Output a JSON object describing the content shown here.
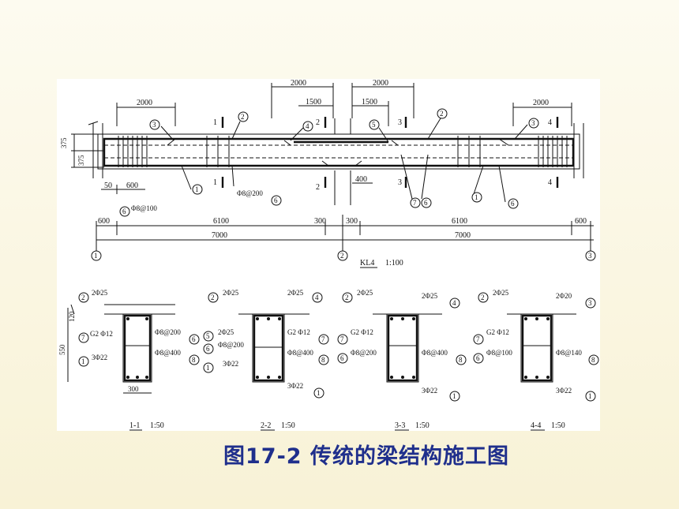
{
  "caption": "图17-2  传统的梁结构施工图",
  "beam": {
    "name": "KL4",
    "scale": "1:100",
    "dims_top": [
      "2000",
      "2000",
      "2000",
      "1500",
      "1500",
      "2000"
    ],
    "dims_left": [
      "375",
      "375"
    ],
    "dims_mid": [
      "50",
      "600",
      "400"
    ],
    "spans": [
      "600",
      "6100",
      "300",
      "300",
      "6100",
      "600"
    ],
    "totals": [
      "7000",
      "7000"
    ],
    "axes": [
      "1",
      "2",
      "3"
    ],
    "section_marks": [
      "1",
      "2",
      "3",
      "4"
    ],
    "stirrups": [
      "Φ8@100",
      "Φ8@200"
    ],
    "bars": [
      "1",
      "2",
      "3",
      "4",
      "5",
      "6",
      "7"
    ]
  },
  "sections": [
    {
      "id": "1-1",
      "scale": "1:50",
      "top": "2Φ25",
      "side": "G2 Φ12",
      "bottom": "3Φ22",
      "st1": "Φ8@200",
      "st2": "Φ8@400",
      "width": "300",
      "height": "550",
      "flange": "120"
    },
    {
      "id": "2-2",
      "scale": "1:50",
      "top": "2Φ25",
      "top2": "2Φ25",
      "top3": "2Φ25",
      "side": "G2 Φ12",
      "bottom": "3Φ22",
      "bottom2": "3Φ22",
      "st1": "Φ8@200",
      "st2": "Φ8@400"
    },
    {
      "id": "3-3",
      "scale": "1:50",
      "top": "2Φ25",
      "top2": "2Φ25",
      "side": "G2 Φ12",
      "bottom": "3Φ22",
      "st1": "Φ8@200",
      "st2": "Φ8@400"
    },
    {
      "id": "4-4",
      "scale": "1:50",
      "top": "2Φ25",
      "top2": "2Φ20",
      "side": "G2 Φ12",
      "bottom": "3Φ22",
      "st1": "Φ8@100",
      "st2": "Φ8@140"
    }
  ]
}
